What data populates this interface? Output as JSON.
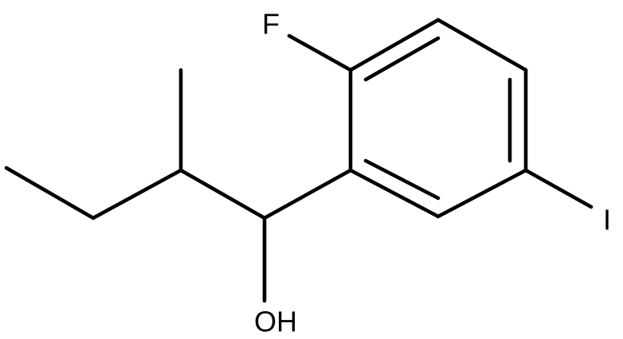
{
  "molecule": {
    "atom_labels": {
      "fluorine": "F",
      "iodine": "I",
      "hydroxyl": "OH"
    },
    "colors": {
      "bond": "#000000",
      "label": "#000000",
      "background": "#ffffff"
    }
  }
}
